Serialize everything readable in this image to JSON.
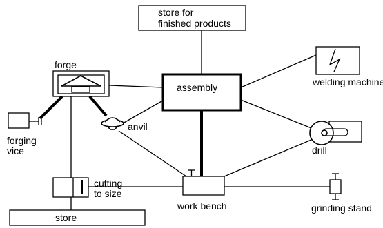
{
  "labels": {
    "store_finished_line1": "store for",
    "store_finished_line2": "finished products",
    "assembly": "assembly",
    "forge": "forge",
    "welding_machine": "welding machine",
    "anvil": "anvil",
    "forging_vice_line1": "forging",
    "forging_vice_line2": "vice",
    "drill": "drill",
    "cutting_line1": "cutting",
    "cutting_line2": "to size",
    "work_bench": "work bench",
    "grinding_stand": "grinding stand",
    "store": "store"
  }
}
